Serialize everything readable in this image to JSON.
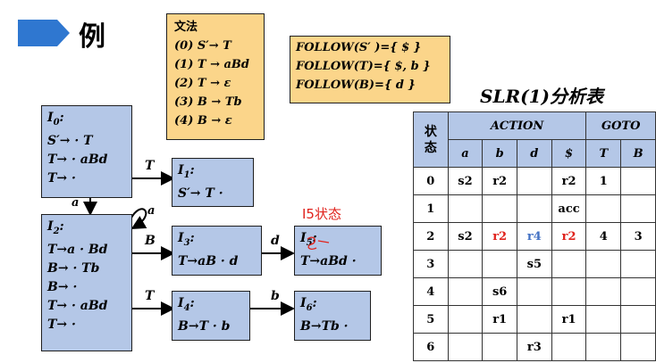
{
  "title": "例",
  "grammar": {
    "heading": "文法",
    "productions": [
      "(0) S′→ T",
      "(1) T → aBd",
      "(2) T → ε",
      "(3) B → Tb",
      "(4) B → ε"
    ]
  },
  "follow": [
    "FOLLOW(S′ )={ $ }",
    "FOLLOW(T)={ $, b }",
    "FOLLOW(B)={ d }"
  ],
  "table_title": "SLR(1)分析表",
  "states": {
    "I0": {
      "name": "I0",
      "items": [
        "S′→ · T",
        "T→ · aBd",
        "T→ ·"
      ]
    },
    "I1": {
      "name": "I1",
      "items": [
        "S′→ T ·"
      ]
    },
    "I2": {
      "name": "I2",
      "items": [
        "T→a · Bd",
        "B→ · Tb",
        "B→ ·",
        "T→ · aBd",
        "T→ ·"
      ]
    },
    "I3": {
      "name": "I3",
      "items": [
        "T→aB · d"
      ]
    },
    "I4": {
      "name": "I4",
      "items": [
        "B→T · b"
      ]
    },
    "I5": {
      "name": "I5",
      "items": [
        "T→aBd ·"
      ]
    },
    "I6": {
      "name": "I6",
      "items": [
        "B→Tb ·"
      ]
    }
  },
  "transitions": {
    "I0_I1": "T",
    "I0_I2": "a",
    "I2_self": "a",
    "I2_I3": "B",
    "I3_I5": "d",
    "I2_I4": "T",
    "I4_I6": "b"
  },
  "annotation": "I5状态",
  "slr_table": {
    "state_header": "状态",
    "action_header": "ACTION",
    "goto_header": "GOTO",
    "action_cols": [
      "a",
      "b",
      "d",
      "$"
    ],
    "goto_cols": [
      "T",
      "B"
    ],
    "rows": [
      {
        "state": "0",
        "cells": [
          "s2",
          "r2",
          "",
          "r2",
          "1",
          ""
        ]
      },
      {
        "state": "1",
        "cells": [
          "",
          "",
          "",
          "acc",
          "",
          ""
        ]
      },
      {
        "state": "2",
        "cells": [
          "s2",
          "r2",
          "r4",
          "r2",
          "4",
          "3"
        ]
      },
      {
        "state": "3",
        "cells": [
          "",
          "",
          "s5",
          "",
          "",
          ""
        ]
      },
      {
        "state": "4",
        "cells": [
          "",
          "s6",
          "",
          "",
          "",
          ""
        ]
      },
      {
        "state": "5",
        "cells": [
          "",
          "r1",
          "",
          "r1",
          "",
          ""
        ]
      },
      {
        "state": "6",
        "cells": [
          "",
          "",
          "r3",
          "",
          "",
          ""
        ]
      }
    ],
    "highlight_colors": {
      "red": "#e0231d",
      "blue": "#4472c4"
    }
  }
}
